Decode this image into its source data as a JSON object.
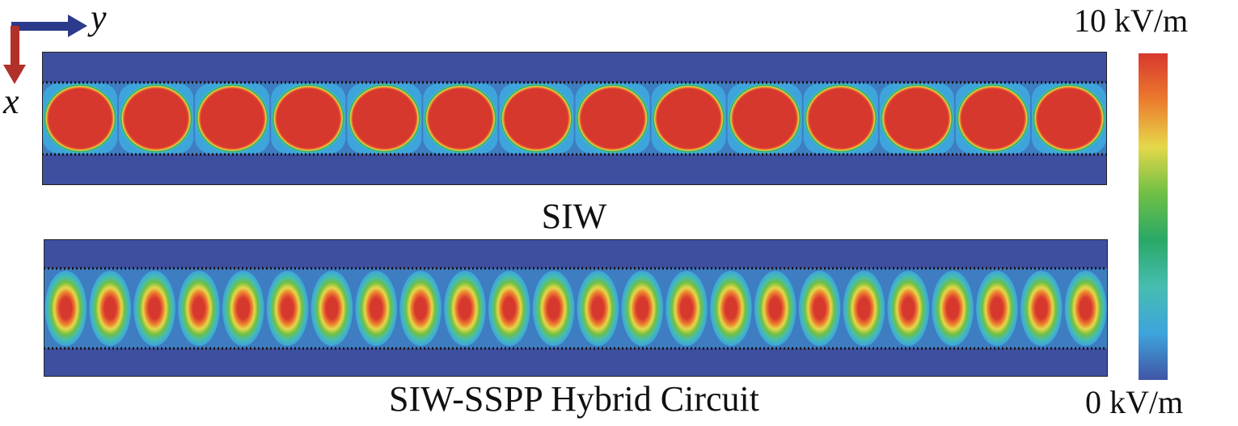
{
  "axes": {
    "horizontal": "y",
    "vertical": "x"
  },
  "panels": [
    {
      "caption": "SIW",
      "cells": 14,
      "cell_shape": "square"
    },
    {
      "caption": "SIW-SSPP Hybrid Circuit",
      "cells": 24,
      "cell_shape": "ellipse"
    }
  ],
  "colorbar": {
    "max_label": "10 kV/m",
    "min_label": "0 kV/m",
    "colors": [
      "#d7382e",
      "#ec7b2e",
      "#e5d84a",
      "#6fbf45",
      "#2aa867",
      "#46bdb0",
      "#3ea4dc",
      "#4155a6"
    ]
  },
  "colors": {
    "background": "#3f4fa0",
    "wall_dots": "#111111",
    "arrow_y": "#2b3a8a",
    "arrow_x": "#b2302a"
  }
}
